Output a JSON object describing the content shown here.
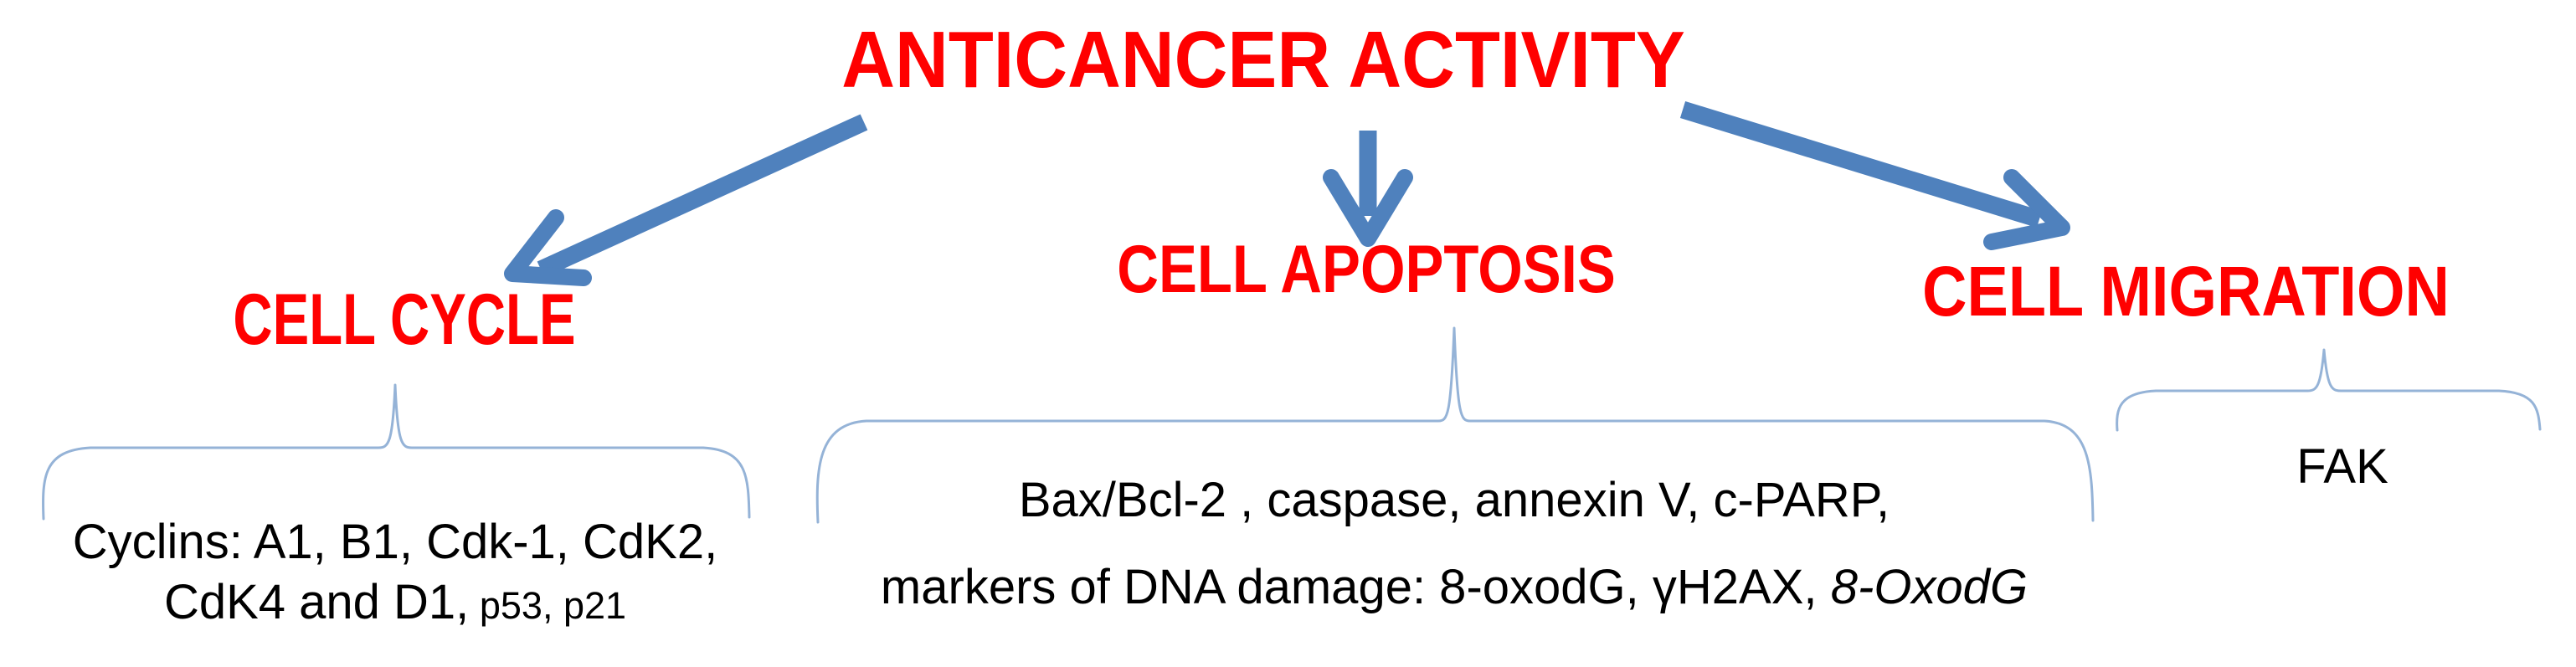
{
  "title": "ANTICANCER ACTIVITY",
  "colors": {
    "heading": "#FF0000",
    "arrow": "#4F81BD",
    "brace": "#95B3D7",
    "body_text": "#000000",
    "background": "#FFFFFF"
  },
  "branches": {
    "cell_cycle": {
      "label": "CELL CYCLE",
      "line1": "Cyclins: A1, B1, Cdk-1, CdK2,",
      "line2_main": "CdK4 and D1,",
      "line2_small": "p53, p21"
    },
    "cell_apoptosis": {
      "label": "CELL APOPTOSIS",
      "line1": "Bax/Bcl-2 , caspase, annexin V, c-PARP,",
      "line2_main": "markers of DNA damage: 8-oxodG, γH2AX,",
      "line2_italic": "8-OxodG"
    },
    "cell_migration": {
      "label": "CELL MIGRATION",
      "detail": "FAK"
    }
  }
}
